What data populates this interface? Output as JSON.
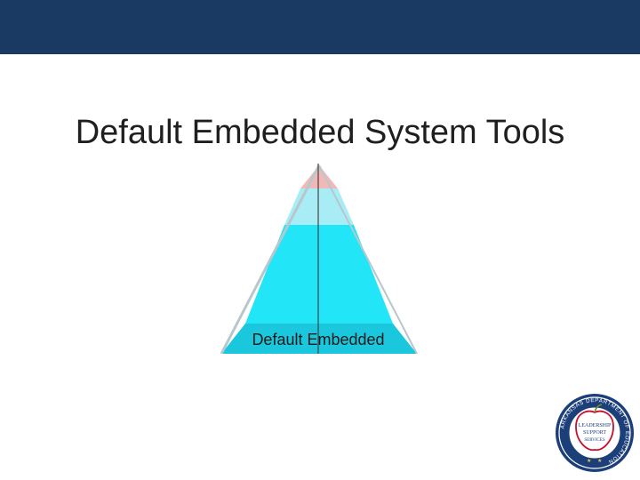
{
  "slide": {
    "title": "Default Embedded System Tools"
  },
  "pyramid": {
    "levels": [
      {
        "color": "#f2b8b8"
      },
      {
        "color": "#a8ecf6"
      },
      {
        "color": "#22e6f8"
      },
      {
        "color": "#1bc7dd",
        "label": "Default Embedded"
      }
    ]
  },
  "logo": {
    "ring_text": "ARKANSAS DEPARTMENT OF EDUCATION",
    "center_text_line1": "LEADERSHIP",
    "center_text_line2": "SUPPORT",
    "center_text_line3": "SERVICES"
  },
  "colors": {
    "banner": "#1b3a63",
    "seal_ring": "#1c3f7a",
    "apple": "#c8102e"
  }
}
